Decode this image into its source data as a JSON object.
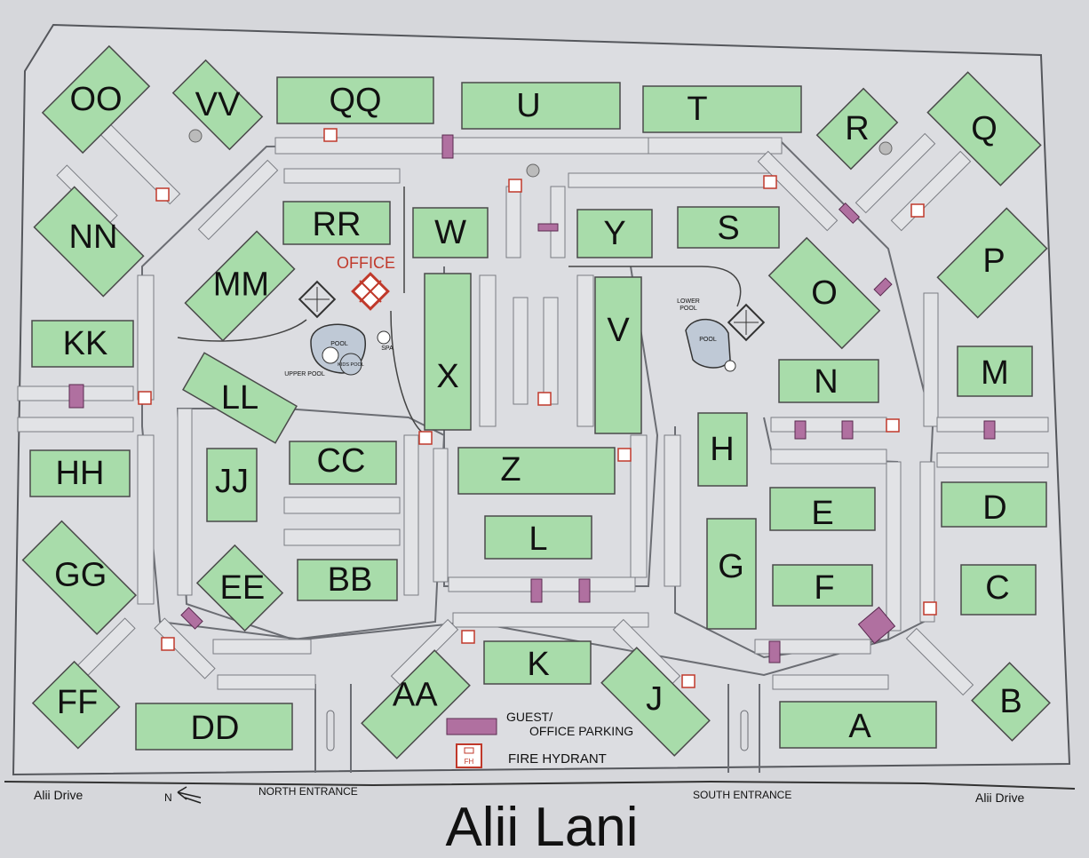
{
  "title": "Alii Lani",
  "office_label": "OFFICE",
  "upper_pool_label": "UPPER POOL",
  "lower_pool_label": "LOWER POOL",
  "pool_label": "POOL",
  "kids_pool_label": "KIDS POOL",
  "spa_label": "SPA",
  "north_entrance": "NORTH ENTRANCE",
  "south_entrance": "SOUTH ENTRANCE",
  "street_left": "Alii Drive",
  "street_right": "Alii Drive",
  "north_arrow": "N",
  "legend": {
    "guest_parking": "GUEST/OFFICE PARKING",
    "fire_hydrant": "FIRE HYDRANT",
    "fh_symbol": "FH"
  },
  "colors": {
    "building": "#a8dcaa",
    "guest_parking": "#b070a0",
    "fire_hydrant": "#c0392b",
    "office": "#c0392b"
  },
  "buildings": [
    "OO",
    "VV",
    "QQ",
    "U",
    "T",
    "R",
    "Q",
    "NN",
    "RR",
    "W",
    "Y",
    "S",
    "P",
    "MM",
    "O",
    "KK",
    "X",
    "V",
    "M",
    "LL",
    "N",
    "HH",
    "JJ",
    "CC",
    "Z",
    "H",
    "E",
    "D",
    "GG",
    "EE",
    "BB",
    "L",
    "G",
    "F",
    "C",
    "K",
    "AA",
    "J",
    "FF",
    "DD",
    "A",
    "B"
  ]
}
